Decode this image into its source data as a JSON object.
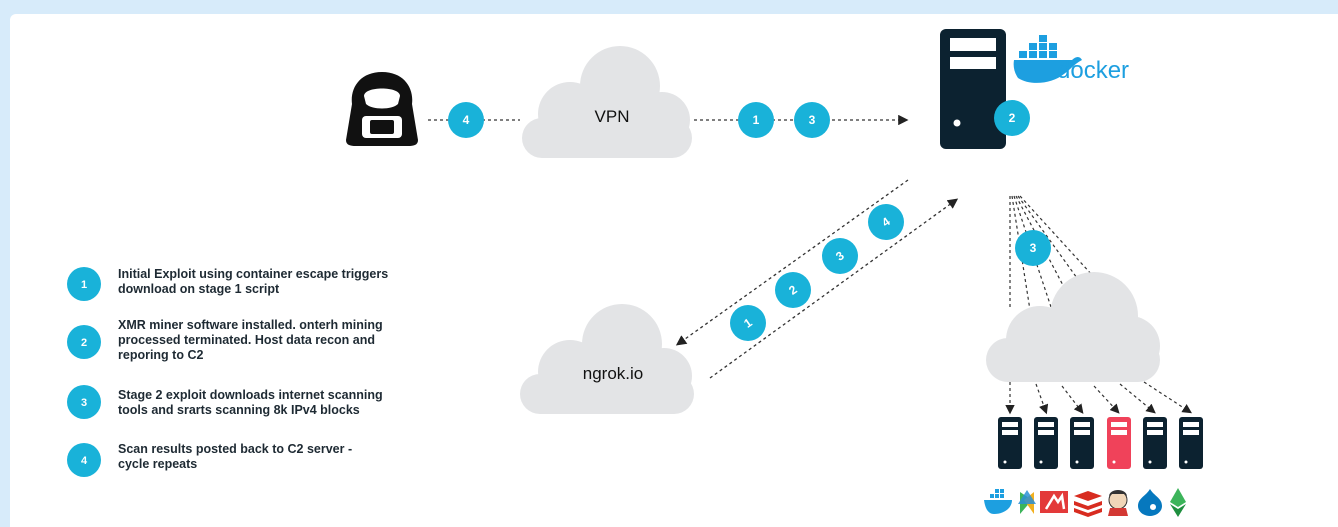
{
  "clouds": {
    "vpn": "VPN",
    "ngrok": "ngrok.io"
  },
  "docker": {
    "wordmark": "docker"
  },
  "legend": [
    {
      "number": "1",
      "lines": [
        "Initial Exploit using container escape triggers",
        "download on stage 1 script"
      ]
    },
    {
      "number": "2",
      "lines": [
        "XMR miner software installed. onterh mining",
        "processed terminated. Host data recon and",
        "reporing to C2"
      ]
    },
    {
      "number": "3",
      "lines": [
        "Stage 2 exploit downloads internet scanning",
        "tools and srarts scanning 8k IPv4 blocks"
      ]
    },
    {
      "number": "4",
      "lines": [
        "Scan results posted back to C2 server -",
        "cycle repeats"
      ]
    }
  ],
  "step_badges": {
    "attacker_link": "4",
    "vpn_link_a": "1",
    "vpn_link_b": "3",
    "host": "2",
    "scan": "3",
    "diag_1": "1",
    "diag_2": "2",
    "diag_3": "3",
    "diag_4": "4"
  },
  "colors": {
    "badge": "#19b2d9",
    "server": "#0c2230",
    "server_highlight": "#f0425a",
    "cloud": "#e3e4e6",
    "docker_blue": "#1d9fe0",
    "page_bg": "#d7ebfa"
  },
  "icons": {
    "attacker": "hooded-hacker-icon",
    "host": "server-tower-icon",
    "brand": "docker-whale-icon",
    "targets": [
      "docker-icon",
      "kubernetes-icon",
      "jira-icon",
      "redis-icon",
      "jenkins-icon",
      "drupal-icon",
      "ethereum-icon"
    ]
  }
}
